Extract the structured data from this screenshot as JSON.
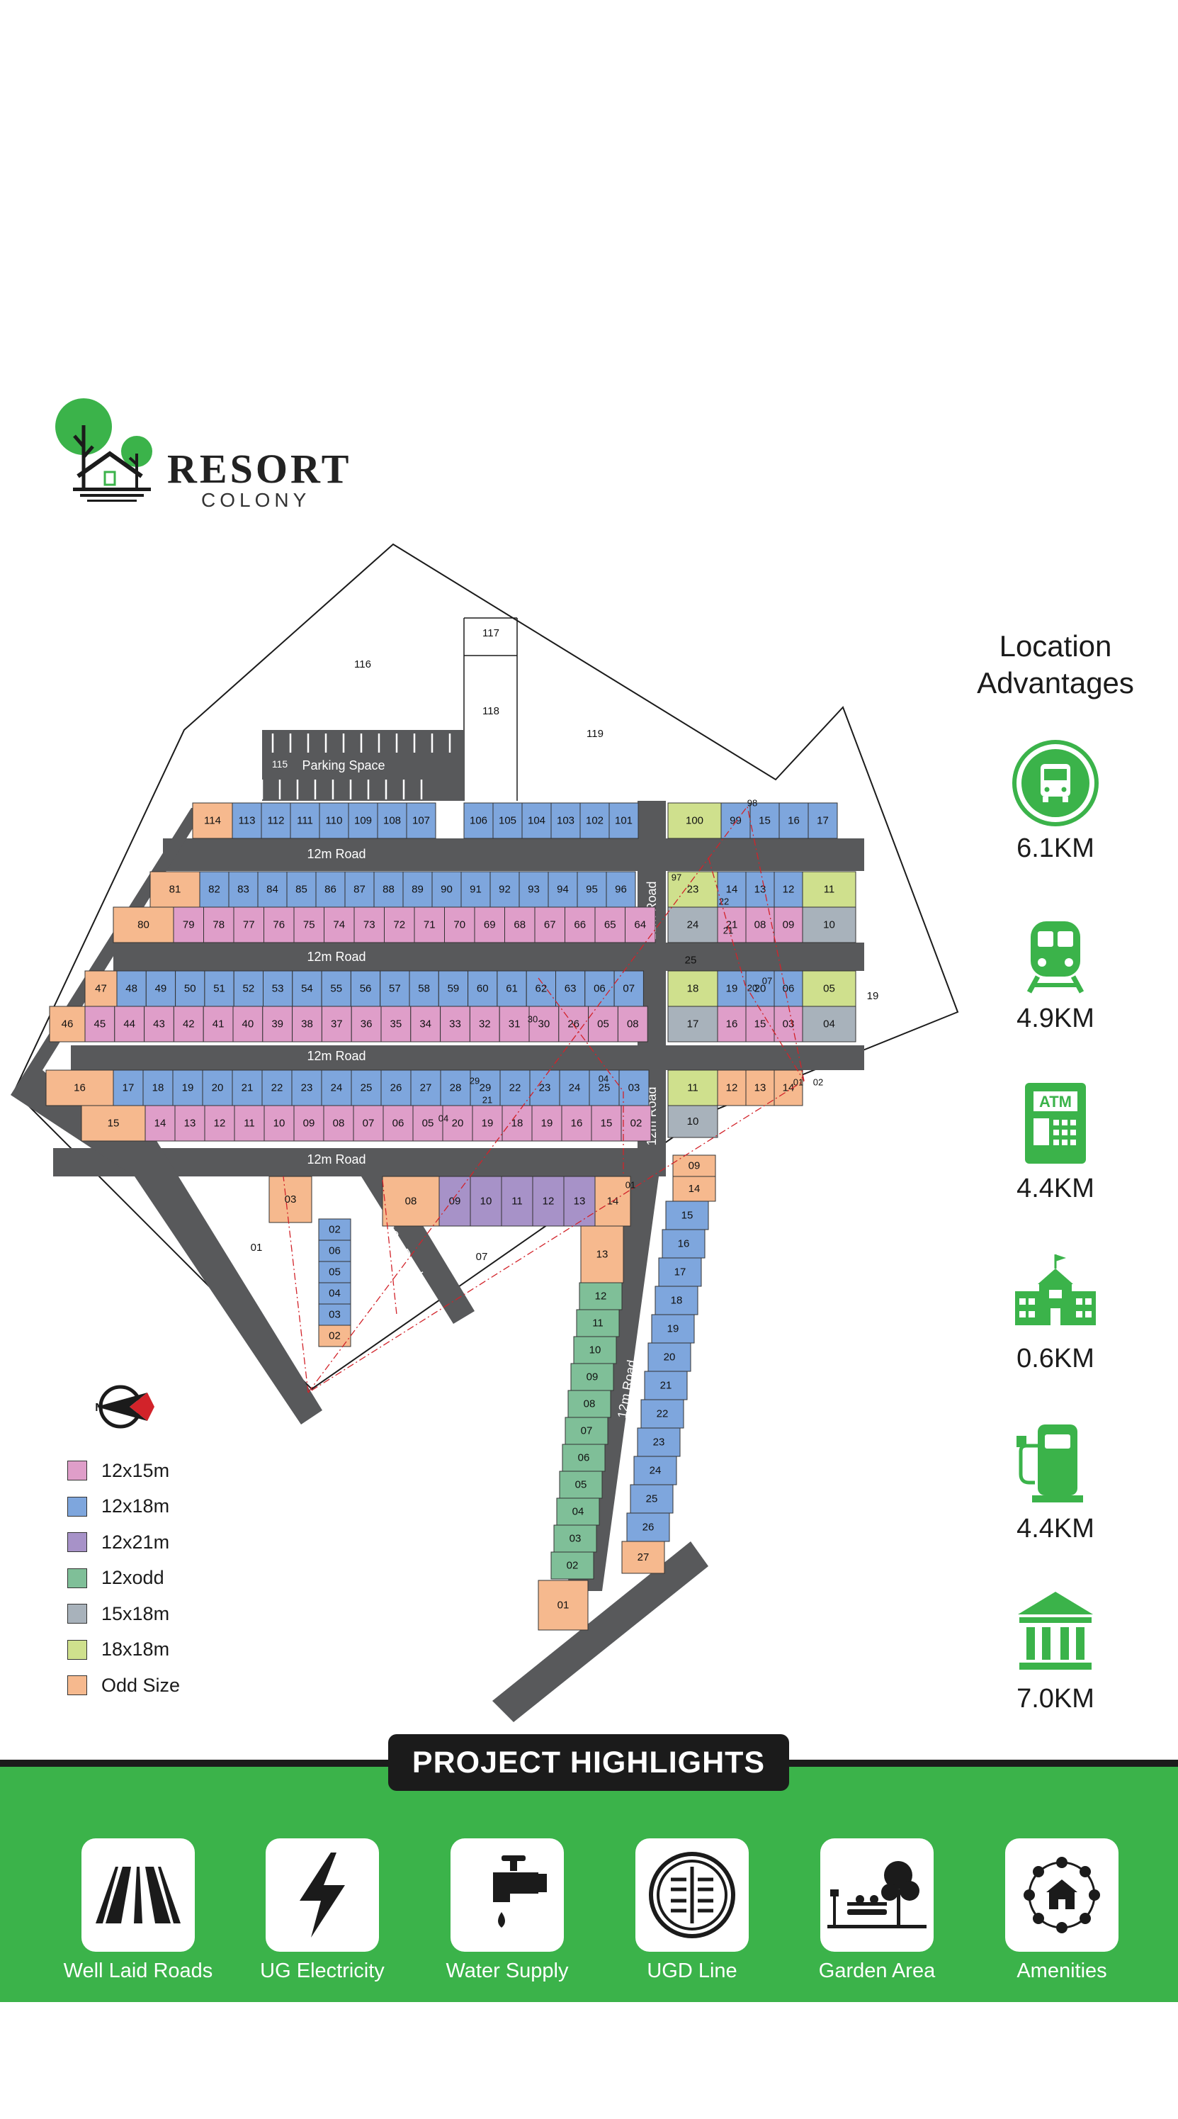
{
  "brand": {
    "title": "RESORT",
    "subtitle": "COLONY"
  },
  "map": {
    "boundary_labels": [
      "116",
      "117",
      "118",
      "119",
      "01",
      "07",
      "01",
      "19"
    ],
    "parking_label": "Parking Space",
    "parking_plot": "115",
    "road_label": "12m Road",
    "internal_labels": [
      "25",
      "97",
      "98",
      "22",
      "21",
      "20",
      "07",
      "04",
      "29",
      "21",
      "30",
      "04",
      "01",
      "01",
      "02"
    ]
  },
  "legend": [
    {
      "label": "12x15m",
      "color": "#df9ec9"
    },
    {
      "label": "12x18m",
      "color": "#7ea6dd"
    },
    {
      "label": "12x21m",
      "color": "#a792c8"
    },
    {
      "label": "12xodd",
      "color": "#7fbf98"
    },
    {
      "label": "15x18m",
      "color": "#a8b2bb"
    },
    {
      "label": "18x18m",
      "color": "#cfe08d"
    },
    {
      "label": "Odd Size",
      "color": "#f6b98e"
    }
  ],
  "location": {
    "heading": "Location Advantages",
    "items": [
      {
        "icon": "bus-icon",
        "distance": "6.1KM"
      },
      {
        "icon": "train-icon",
        "distance": "4.9KM"
      },
      {
        "icon": "atm-icon",
        "distance": "4.4KM"
      },
      {
        "icon": "school-icon",
        "distance": "0.6KM"
      },
      {
        "icon": "fuel-station-icon",
        "distance": "4.4KM"
      },
      {
        "icon": "bank-icon",
        "distance": "7.0KM"
      }
    ],
    "accent": "#3bb34a"
  },
  "highlights": {
    "title": "PROJECT HIGHLIGHTS",
    "items": [
      {
        "icon": "roads-icon",
        "label": "Well Laid Roads"
      },
      {
        "icon": "electricity-icon",
        "label": "UG Electricity"
      },
      {
        "icon": "water-tap-icon",
        "label": "Water Supply"
      },
      {
        "icon": "manhole-icon",
        "label": "UGD Line"
      },
      {
        "icon": "garden-icon",
        "label": "Garden Area"
      },
      {
        "icon": "amenities-icon",
        "label": "Amenities"
      }
    ]
  }
}
